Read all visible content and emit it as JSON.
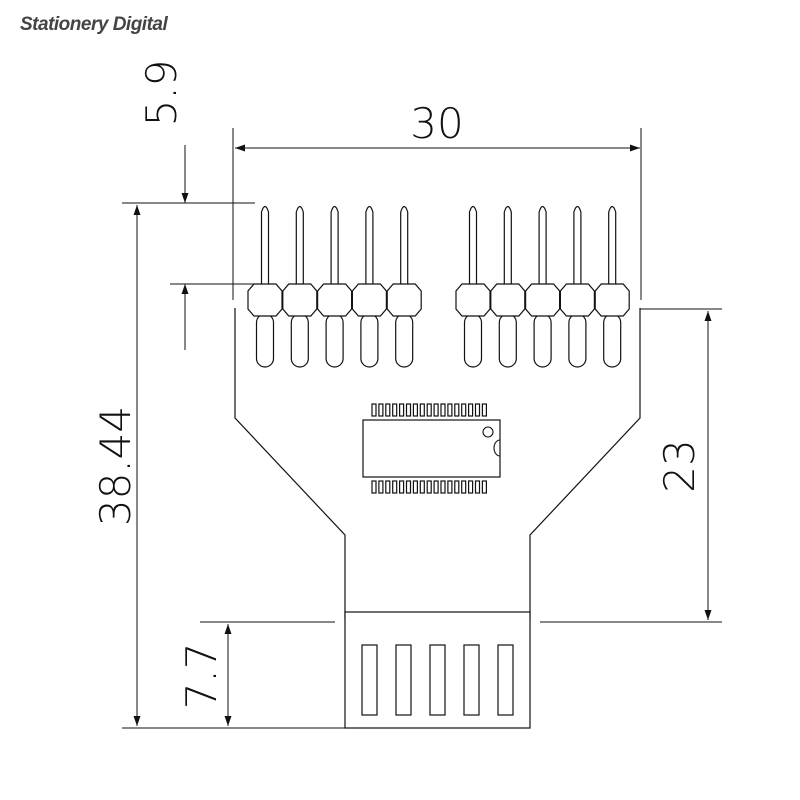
{
  "watermark": "Stationery Digital",
  "dimensions": {
    "pin_height": "5.9",
    "total_width": "30",
    "total_height": "38.44",
    "board_height": "23",
    "connector_height": "7.7"
  },
  "header_pins_per_group": 5,
  "connector_slots": 5
}
